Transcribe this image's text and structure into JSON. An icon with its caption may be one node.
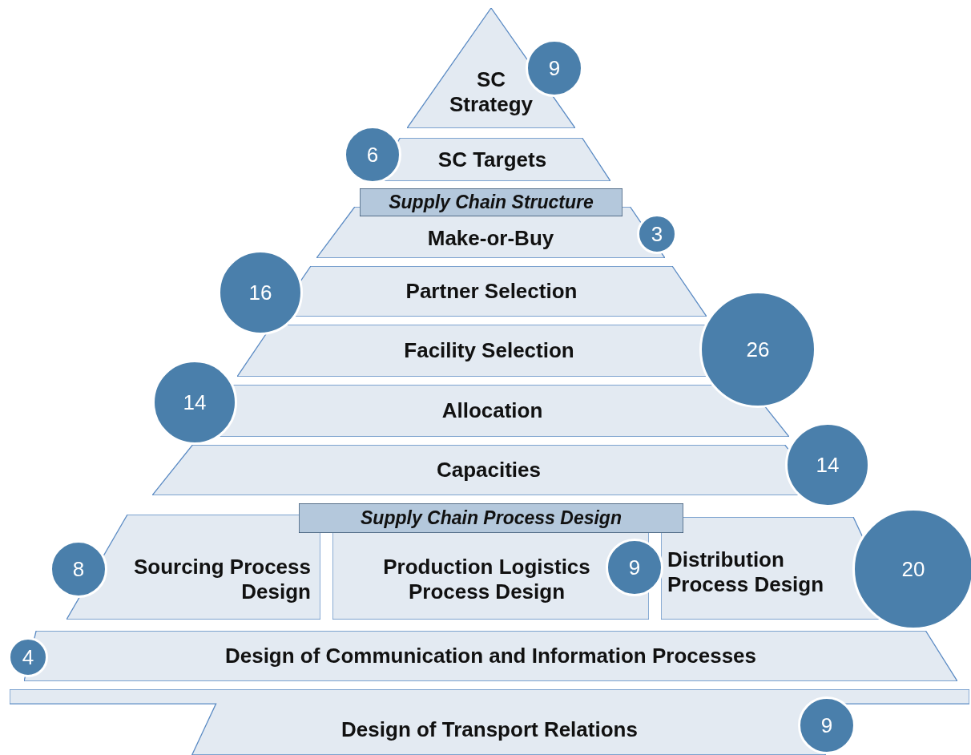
{
  "diagram": {
    "nodes": [
      {
        "text": [
          "SC Strategy"
        ]
      },
      {
        "text": [
          "9"
        ]
      },
      {
        "text": [
          "6"
        ]
      },
      {
        "text": [
          "SC Targets"
        ]
      },
      {
        "text": [
          "Supply Chain Structure"
        ]
      },
      {
        "text": [
          "Make-or-Buy"
        ]
      },
      {
        "text": [
          "3"
        ]
      },
      {
        "text": [
          "16"
        ]
      },
      {
        "text": [
          "Partner Selection"
        ]
      },
      {
        "text": [
          "Facility Selection"
        ]
      },
      {
        "text": [
          "26"
        ]
      },
      {
        "text": [
          "14"
        ]
      },
      {
        "text": [
          "Allocation"
        ]
      },
      {
        "text": [
          "Capacities"
        ]
      },
      {
        "text": [
          "14"
        ]
      },
      {
        "text": [
          "Supply Chain Process Design"
        ]
      },
      {
        "text": [
          "8"
        ]
      },
      {
        "text": [
          "Sourcing Process Design"
        ]
      },
      {
        "text": [
          "Production Logistics Process Design"
        ]
      },
      {
        "text": [
          "9"
        ]
      },
      {
        "text": [
          "Distribution Process Design"
        ]
      },
      {
        "text": [
          "20"
        ]
      },
      {
        "text": [
          "4"
        ]
      },
      {
        "text": [
          "Design of Communication and Information Processes"
        ]
      },
      {
        "text": [
          "Design of Transport Relations"
        ]
      },
      {
        "text": [
          "9"
        ]
      }
    ]
  }
}
